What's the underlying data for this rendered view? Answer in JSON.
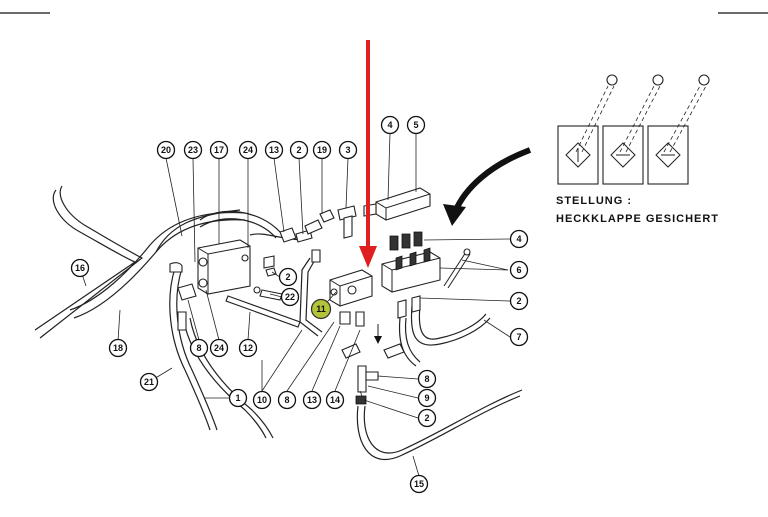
{
  "caption": {
    "line1": "STELLUNG :",
    "line2": "HECKKLAPPE GESICHERT"
  },
  "highlight_color": "#b4c43a",
  "arrow_color": "#e02020",
  "callouts": {
    "c1": "1",
    "c2a": "2",
    "c2b": "2",
    "c2c": "2",
    "c2d": "2",
    "c3": "3",
    "c4a": "4",
    "c4b": "4",
    "c5": "5",
    "c6": "6",
    "c7": "7",
    "c8a": "8",
    "c8b": "8",
    "c8c": "8",
    "c9": "9",
    "c10": "10",
    "c11": "11",
    "c12": "12",
    "c13a": "13",
    "c13b": "13",
    "c14": "14",
    "c15": "15",
    "c16": "16",
    "c17": "17",
    "c18": "18",
    "c19": "19",
    "c20": "20",
    "c21": "21",
    "c22": "22",
    "c23": "23",
    "c24a": "24",
    "c24b": "24"
  }
}
